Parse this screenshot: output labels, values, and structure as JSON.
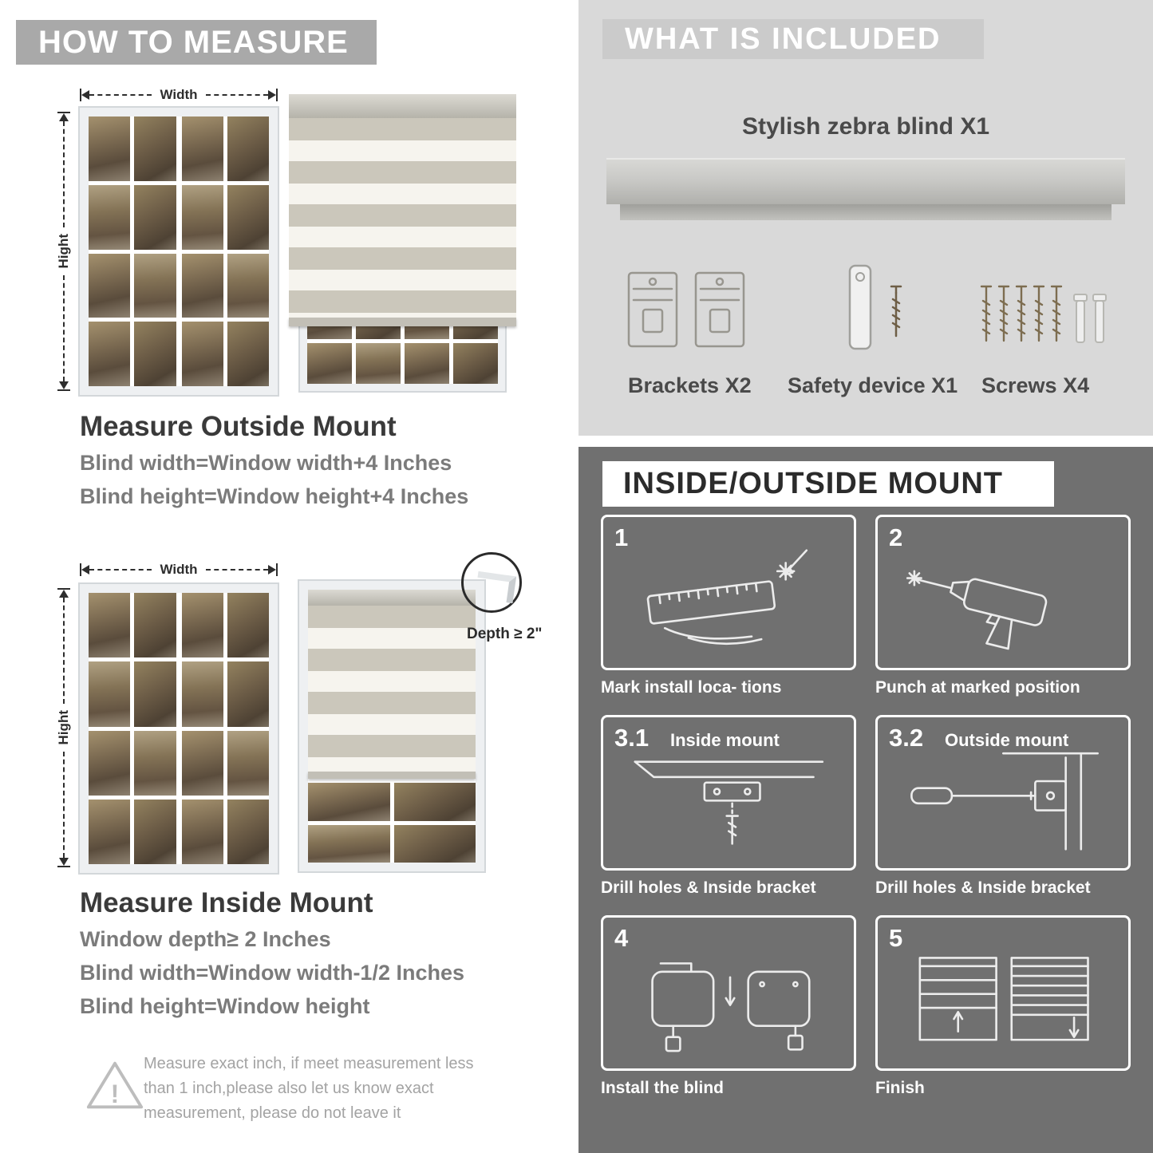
{
  "colors": {
    "banner_gray": "#a9a9a9",
    "panel_light": "#d9d9d9",
    "panel_dark": "#707070",
    "heading_dark": "#3a3a3a",
    "body_gray": "#7b7b7b"
  },
  "left": {
    "banner": "HOW TO MEASURE",
    "outside": {
      "width_label": "Width",
      "height_label": "Hight",
      "heading": "Measure Outside Mount",
      "formula1": "Blind width=Window width+4 Inches",
      "formula2": "Blind height=Window height+4 Inches"
    },
    "inside": {
      "width_label": "Width",
      "height_label": "Hight",
      "depth_label": "Depth ≥ 2\"",
      "heading": "Measure Inside Mount",
      "formula1": "Window depth≥ 2 Inches",
      "formula2": "Blind width=Window width-1/2 Inches",
      "formula3": "Blind height=Window height"
    },
    "warning": {
      "mark": "!",
      "text": "Measure exact inch, if meet measurement less than 1 inch,please also let us know exact measurement, please do not leave it"
    }
  },
  "right": {
    "included": {
      "banner": "WHAT IS INCLUDED",
      "blind_label": "Stylish zebra blind X1",
      "items": [
        {
          "label": "Brackets X2",
          "icon": "brackets-icon"
        },
        {
          "label": "Safety device X1",
          "icon": "safety-device-icon"
        },
        {
          "label": "Screws X4",
          "icon": "screws-icon"
        }
      ]
    },
    "mount": {
      "banner": "INSIDE/OUTSIDE MOUNT",
      "steps": [
        {
          "num": "1",
          "caption": "Mark install loca- tions"
        },
        {
          "num": "2",
          "caption": "Punch at  marked position"
        },
        {
          "num": "3.1",
          "label": "Inside mount",
          "caption": "Drill holes &  Inside bracket"
        },
        {
          "num": "3.2",
          "label": "Outside mount",
          "caption": "Drill holes &  Inside bracket"
        },
        {
          "num": "4",
          "caption": "Install the blind"
        },
        {
          "num": "5",
          "caption": "Finish"
        }
      ]
    }
  }
}
